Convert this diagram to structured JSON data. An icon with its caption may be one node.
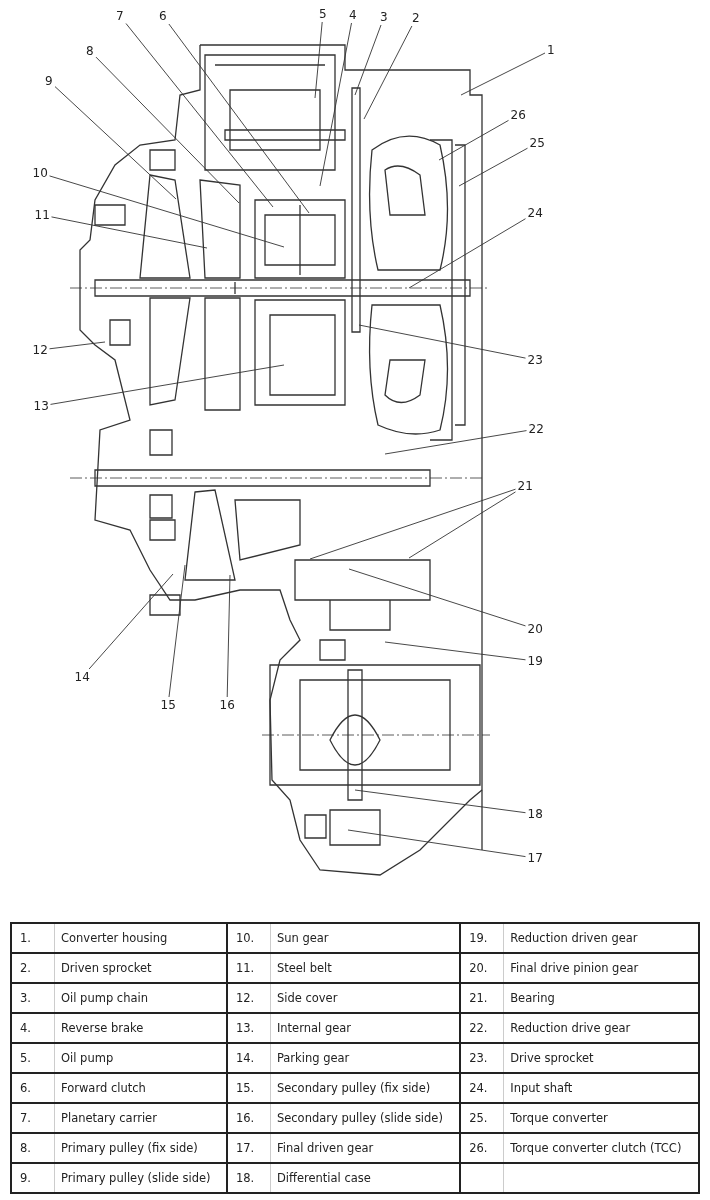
{
  "diagram": {
    "nodes": [
      {
        "text": [
          "1"
        ]
      },
      {
        "text": [
          "2"
        ]
      },
      {
        "text": [
          "3"
        ]
      },
      {
        "text": [
          "4"
        ]
      },
      {
        "text": [
          "5"
        ]
      },
      {
        "text": [
          "6"
        ]
      },
      {
        "text": [
          "7"
        ]
      },
      {
        "text": [
          "8"
        ]
      },
      {
        "text": [
          "9"
        ]
      },
      {
        "text": [
          "10"
        ]
      },
      {
        "text": [
          "11"
        ]
      },
      {
        "text": [
          "12"
        ]
      },
      {
        "text": [
          "13"
        ]
      },
      {
        "text": [
          "14"
        ]
      },
      {
        "text": [
          "15"
        ]
      },
      {
        "text": [
          "16"
        ]
      },
      {
        "text": [
          "17"
        ]
      },
      {
        "text": [
          "18"
        ]
      },
      {
        "text": [
          "19"
        ]
      },
      {
        "text": [
          "20"
        ]
      },
      {
        "text": [
          "21"
        ]
      },
      {
        "text": [
          "22"
        ]
      },
      {
        "text": [
          "23"
        ]
      },
      {
        "text": [
          "24"
        ]
      },
      {
        "text": [
          "25"
        ]
      },
      {
        "text": [
          "26"
        ]
      }
    ],
    "edges": [
      {
        "from": 0,
        "to": null,
        "arrow": "none"
      },
      {
        "from": 1,
        "to": null,
        "arrow": "none"
      },
      {
        "from": 2,
        "to": null,
        "arrow": "none"
      },
      {
        "from": 3,
        "to": null,
        "arrow": "none"
      },
      {
        "from": 4,
        "to": null,
        "arrow": "none"
      },
      {
        "from": 5,
        "to": null,
        "arrow": "none"
      },
      {
        "from": 6,
        "to": null,
        "arrow": "none"
      },
      {
        "from": 7,
        "to": null,
        "arrow": "none"
      },
      {
        "from": 8,
        "to": null,
        "arrow": "none"
      },
      {
        "from": 9,
        "to": null,
        "arrow": "none"
      },
      {
        "from": 10,
        "to": null,
        "arrow": "none"
      },
      {
        "from": 11,
        "to": null,
        "arrow": "none"
      },
      {
        "from": 12,
        "to": null,
        "arrow": "none"
      },
      {
        "from": 13,
        "to": null,
        "arrow": "none"
      },
      {
        "from": 14,
        "to": null,
        "arrow": "none"
      },
      {
        "from": 15,
        "to": null,
        "arrow": "none"
      },
      {
        "from": 16,
        "to": null,
        "arrow": "none"
      },
      {
        "from": 17,
        "to": null,
        "arrow": "none"
      },
      {
        "from": 18,
        "to": null,
        "arrow": "none"
      },
      {
        "from": 19,
        "to": null,
        "arrow": "none"
      },
      {
        "from": 20,
        "to": null,
        "arrow": "none"
      },
      {
        "from": 20,
        "to": null,
        "arrow": "none"
      },
      {
        "from": 21,
        "to": null,
        "arrow": "none"
      },
      {
        "from": 22,
        "to": null,
        "arrow": "none"
      },
      {
        "from": 23,
        "to": null,
        "arrow": "none"
      },
      {
        "from": 24,
        "to": null,
        "arrow": "none"
      },
      {
        "from": 25,
        "to": null,
        "arrow": "none"
      }
    ],
    "labels": [
      "1.",
      "Converter housing",
      "10.",
      "Sun gear",
      "19.",
      "Reduction driven gear",
      "2.",
      "Driven sprocket",
      "11.",
      "Steel belt",
      "20.",
      "Final drive pinion gear",
      "3.",
      "Oil pump chain",
      "12.",
      "Side cover",
      "21.",
      "Bearing",
      "4.",
      "Reverse brake",
      "13.",
      "Internal gear",
      "22.",
      "Reduction drive gear",
      "5.",
      "Oil pump",
      "14.",
      "Parking gear",
      "23.",
      "Drive sprocket",
      "6.",
      "Forward clutch",
      "15.",
      "Secondary pulley (fix side)",
      "24.",
      "Input shaft",
      "7.",
      "Planetary carrier",
      "16.",
      "Secondary pulley (slide side)",
      "25.",
      "Torque converter",
      "8.",
      "Primary pulley (fix side)",
      "17.",
      "Final driven gear",
      "26.",
      "Torque converter clutch (TCC)",
      "9.",
      "Primary pulley (slide side)",
      "18.",
      "Differential case"
    ]
  }
}
